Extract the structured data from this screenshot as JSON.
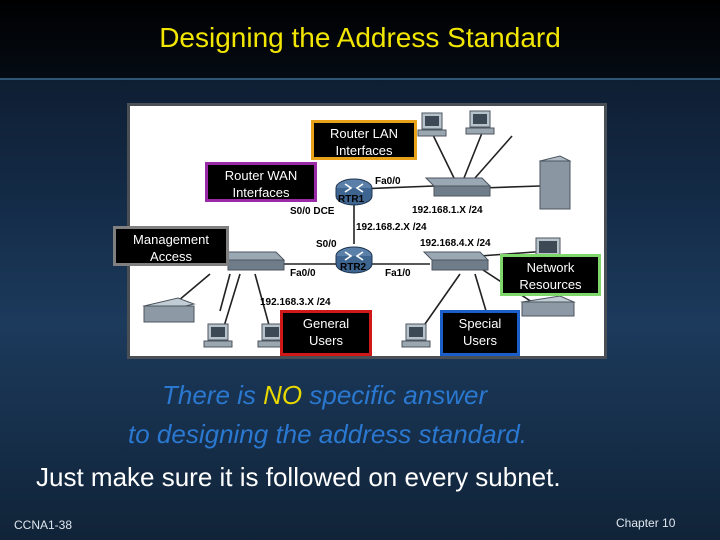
{
  "slide": {
    "title": "Designing the Address Standard",
    "footer_left": "CCNA1-38",
    "footer_right": "Chapter 10"
  },
  "diagram": {
    "callouts": {
      "router_lan": "Router LAN\nInterfaces",
      "router_wan": "Router WAN\nInterfaces",
      "management": "Management\nAccess",
      "network_resources": "Network\nResources",
      "general_users": "General\nUsers",
      "special_users": "Special\nUsers"
    },
    "labels": {
      "rtr1": "RTR1",
      "rtr2": "RTR2",
      "fa00_top": "Fa0/0",
      "s00_dce": "S0/0 DCE",
      "s00": "S0/0",
      "fa00_bottom": "Fa0/0",
      "fa10": "Fa1/0",
      "net_192_168_1": "192.168.1.X /24",
      "net_192_168_2": "192.168.2.X /24",
      "net_192_168_4": "192.168.4.X /24",
      "net_192_168_3": "192.168.3.X /24"
    },
    "colors": {
      "router_lan": "#e8a21a",
      "router_wan": "#9b2aa8",
      "management": "#808080",
      "network_resources": "#7fd66a",
      "general_users": "#d01818",
      "special_users": "#1a5fc8"
    }
  },
  "message": {
    "line1_before": "There is ",
    "line1_em": "NO",
    "line1_after": " specific answer",
    "line2": "to designing the address standard.",
    "line3": "Just make sure it is followed on every subnet."
  }
}
